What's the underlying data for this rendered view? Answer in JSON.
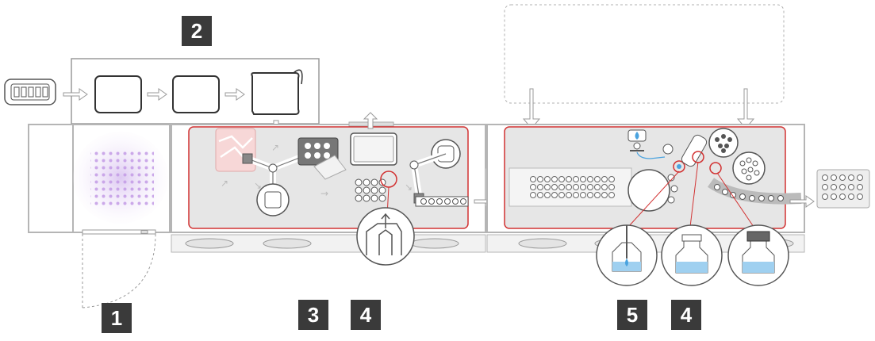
{
  "badges": [
    {
      "id": "process-step-1",
      "label": "1"
    },
    {
      "id": "process-step-2",
      "label": "2"
    },
    {
      "id": "process-step-3",
      "label": "3"
    },
    {
      "id": "process-step-4-left",
      "label": "4"
    },
    {
      "id": "process-step-5",
      "label": "5"
    },
    {
      "id": "process-step-4-right",
      "label": "4"
    }
  ],
  "colors": {
    "outline": "#9a9a9a",
    "dark_outline": "#555555",
    "chamber_fill": "#e6e6e6",
    "chamber_border": "#d23232",
    "uv_light": "#c9a8e6",
    "badge_fill": "#3a3a3a",
    "liquid": "#9fd0f0",
    "badge_text": "#ffffff"
  },
  "icons": [
    "barcode-tray-icon",
    "bag-icon",
    "robot-arm-icon",
    "vial-icon",
    "nest-tray-icon",
    "stopper-bowl-icon",
    "cap-bowl-icon",
    "drop-icon",
    "arrow-icon",
    "door-icon"
  ]
}
